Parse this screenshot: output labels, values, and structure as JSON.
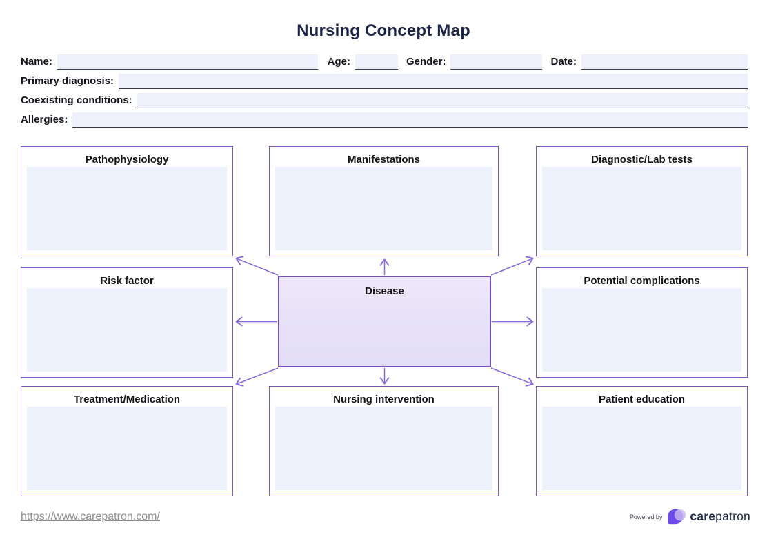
{
  "title": "Nursing Concept Map",
  "form": {
    "name_label": "Name:",
    "name_value": "",
    "age_label": "Age:",
    "age_value": "",
    "gender_label": "Gender:",
    "gender_value": "",
    "date_label": "Date:",
    "date_value": "",
    "primary_diagnosis_label": "Primary diagnosis:",
    "primary_diagnosis_value": "",
    "coexisting_conditions_label": "Coexisting conditions:",
    "coexisting_conditions_value": "",
    "allergies_label": "Allergies:",
    "allergies_value": ""
  },
  "concept_map": {
    "center": {
      "label": "Disease",
      "value": ""
    },
    "nodes": [
      {
        "id": "pathophysiology",
        "label": "Pathophysiology",
        "value": ""
      },
      {
        "id": "manifestations",
        "label": "Manifestations",
        "value": ""
      },
      {
        "id": "diagnostic-lab-tests",
        "label": "Diagnostic/Lab tests",
        "value": ""
      },
      {
        "id": "risk-factor",
        "label": "Risk factor",
        "value": ""
      },
      {
        "id": "potential-complications",
        "label": "Potential complications",
        "value": ""
      },
      {
        "id": "treatment-medication",
        "label": "Treatment/Medication",
        "value": ""
      },
      {
        "id": "nursing-intervention",
        "label": "Nursing intervention",
        "value": ""
      },
      {
        "id": "patient-education",
        "label": "Patient education",
        "value": ""
      }
    ]
  },
  "footer": {
    "link": "https://www.carepatron.com/",
    "powered_by": "Powered by",
    "brand_bold": "care",
    "brand_regular": "patron"
  },
  "colors": {
    "title_navy": "#1b2346",
    "box_border_purple": "#7a57b8",
    "disease_border_purple": "#7750c0",
    "arrow_purple": "#8468d8",
    "field_fill": "#eef1fc",
    "logo_purple": "#6c4bea",
    "logo_lilac": "#cbbaf3"
  }
}
